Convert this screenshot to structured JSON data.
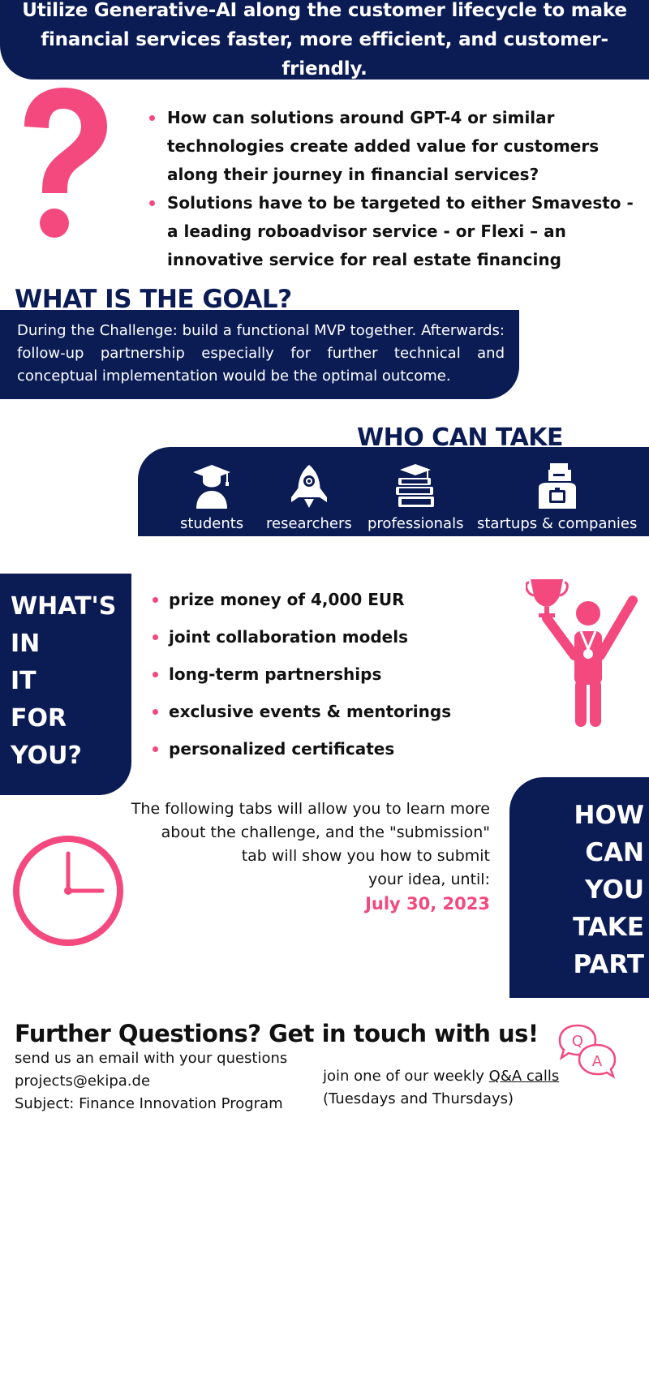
{
  "banner": {
    "line1": "Utilize Generative-AI along the customer lifecycle to make",
    "line2": "financial services faster, more efficient, and customer-friendly."
  },
  "questions": [
    "How can solutions around GPT-4 or similar technologies create added value for customers along their journey in financial services?",
    "Solutions have to be targeted to either Smavesto - a leading roboadvisor service - or Flexi – an innovative service for real estate financing"
  ],
  "goal": {
    "heading": "WHAT IS THE GOAL?",
    "text": "During the Challenge: build a functional MVP together. Afterwards: follow-up partnership especially for further technical and conceptual implementation would be the optimal outcome."
  },
  "who": {
    "heading": "WHO CAN TAKE PART?",
    "items": [
      {
        "label": "students",
        "icon": "graduate-icon"
      },
      {
        "label": "researchers",
        "icon": "rocket-icon"
      },
      {
        "label": "professionals",
        "icon": "books-icon"
      },
      {
        "label": "startups & companies",
        "icon": "businessman-icon"
      }
    ]
  },
  "whats_in_it": {
    "heading_lines": [
      "WHAT'S",
      "IN",
      "IT",
      "FOR",
      "YOU?"
    ],
    "items": [
      "prize money of 4,000 EUR",
      "joint collaboration models",
      "long-term partnerships",
      "exclusive events & mentorings",
      "personalized certificates"
    ]
  },
  "how": {
    "heading_lines": [
      "HOW",
      "CAN",
      "YOU",
      "TAKE",
      "PART"
    ],
    "text_lines": [
      "The following tabs will allow you to learn more",
      "about the challenge, and the \"submission\"",
      "tab will show you how to submit",
      "your idea, until:"
    ],
    "deadline": "July 30, 2023"
  },
  "contact": {
    "heading": "Further Questions? Get in touch with us!",
    "email_intro": "send us an email with your questions",
    "email": "projects@ekipa.de",
    "subject": "Subject: Finance Innovation Program",
    "calls_prefix": "join one of our weekly ",
    "calls_link": "Q&A calls",
    "calls_days": "(Tuesdays and Thursdays)",
    "qa_q": "Q",
    "qa_a": "A"
  },
  "colors": {
    "navy": "#0b1c55",
    "pink": "#f3497f"
  }
}
